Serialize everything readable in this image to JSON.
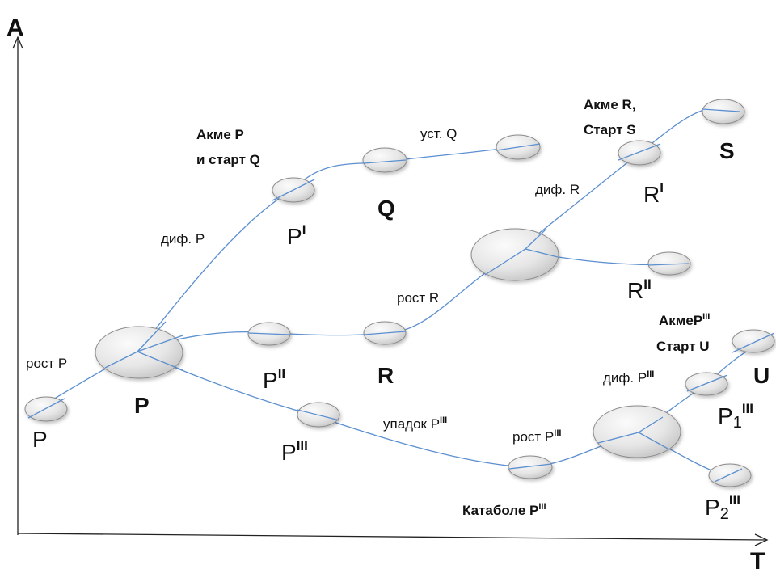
{
  "axes": {
    "y_label": "А",
    "x_label": "T"
  },
  "nodes": {
    "P_start": {
      "name": "P",
      "sup": "",
      "sub": ""
    },
    "P_main": {
      "name": "P",
      "sup": "",
      "sub": ""
    },
    "P1": {
      "name": "P",
      "sup": "I",
      "sub": ""
    },
    "Q": {
      "name": "Q",
      "sup": "",
      "sub": ""
    },
    "Q_end": {
      "name": "",
      "sup": "",
      "sub": ""
    },
    "P2": {
      "name": "P",
      "sup": "II",
      "sub": ""
    },
    "R": {
      "name": "R",
      "sup": "",
      "sub": ""
    },
    "R_main": {
      "name": "",
      "sup": "",
      "sub": ""
    },
    "R1": {
      "name": "R",
      "sup": "I",
      "sub": ""
    },
    "S": {
      "name": "S",
      "sup": "",
      "sub": ""
    },
    "R2": {
      "name": "R",
      "sup": "II",
      "sub": ""
    },
    "P3": {
      "name": "P",
      "sup": "III",
      "sub": ""
    },
    "catabole": {
      "name": "",
      "sup": "",
      "sub": ""
    },
    "P3_main": {
      "name": "",
      "sup": "",
      "sub": ""
    },
    "P31": {
      "name": "P",
      "sup": "III",
      "sub": "1"
    },
    "U": {
      "name": "U",
      "sup": "",
      "sub": ""
    },
    "P32": {
      "name": "P",
      "sup": "III",
      "sub": "2"
    }
  },
  "annotations": {
    "growth_p": {
      "text": "рост P"
    },
    "diff_p": {
      "text": "диф. P"
    },
    "acme_p_1": {
      "text": "Акме P"
    },
    "acme_p_2": {
      "text": "и старт Q"
    },
    "stable_q": {
      "text": "уст. Q"
    },
    "growth_r": {
      "text": "рост R"
    },
    "diff_r": {
      "text": "диф. R"
    },
    "acme_r_1": {
      "text": "Акме R,"
    },
    "acme_r_2": {
      "text": "Старт S"
    },
    "decline_p3": {
      "text": "упадок P",
      "sup": "III"
    },
    "growth_p3": {
      "text": "рост P",
      "sup": "III"
    },
    "catabole_p3": {
      "text": "Катаболе P",
      "sup": "III"
    },
    "diff_p3": {
      "text": "диф. P",
      "sup": "III"
    },
    "acme_p3_1": {
      "text": "Акме",
      "tail": "P",
      "sup": "III"
    },
    "acme_p3_2": {
      "text": "Старт U"
    }
  },
  "colors": {
    "curve": "#5b8fd0",
    "node_fill_light": "#f7f7f7",
    "node_fill_dark": "#c9c9c9",
    "node_stroke": "#8a8a8a",
    "axis": "#222222"
  }
}
